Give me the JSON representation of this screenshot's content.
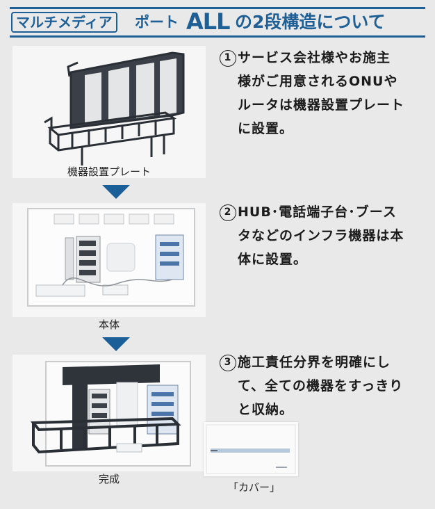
{
  "header": {
    "boxed_title": "マルチメディア",
    "port": "ポート",
    "all": "ALL",
    "rest": "の2段構造について"
  },
  "sections": [
    {
      "caption": "機器設置プレート",
      "number": "1",
      "lines": [
        "サービス会社様やお施主",
        "様がご用意されるONUや",
        "ルータは機器設置プレート",
        "に設置。"
      ]
    },
    {
      "caption": "本体",
      "number": "2",
      "lines": [
        "HUB･電話端子台･ブース",
        "タなどのインフラ機器は本",
        "体に設置。"
      ]
    },
    {
      "caption": "完成",
      "number": "3",
      "lines": [
        "施工責任分界を明確にし",
        "て、全ての機器をすっきり",
        "と収納。"
      ]
    }
  ],
  "cover_label": "「カバー」",
  "colors": {
    "brand_blue": "#1e5f96",
    "text": "#1b1b1b"
  }
}
